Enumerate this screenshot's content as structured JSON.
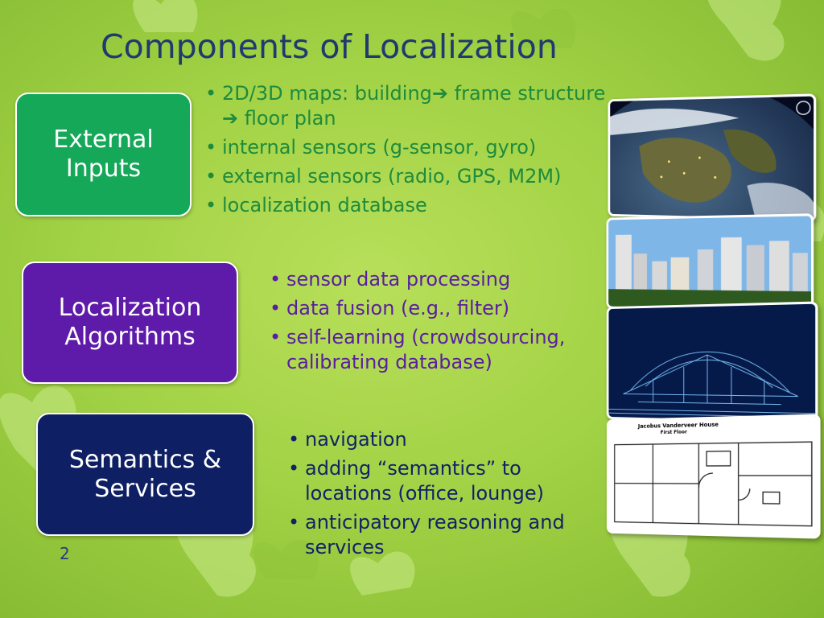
{
  "slide": {
    "title": "Components of Localization",
    "number": "2"
  },
  "sections": {
    "external": {
      "label": "External\nInputs",
      "color": "#14a858",
      "bullets": [
        "2D/3D maps: building➔ frame structure ➔ floor plan",
        "internal sensors (g-sensor, gyro)",
        "external sensors (radio, GPS, M2M)",
        "localization database"
      ]
    },
    "algorithms": {
      "label": "Localization\nAlgorithms",
      "color": "#5e1aa8",
      "bullets": [
        "sensor data processing",
        "data fusion (e.g., filter)",
        "self-learning (crowdsourcing, calibrating database)"
      ]
    },
    "semantics": {
      "label": "Semantics &\nServices",
      "color": "#0f1f63",
      "bullets": [
        "navigation",
        "adding “semantics” to locations (office, lounge)",
        "anticipatory reasoning and services"
      ]
    }
  },
  "images": {
    "earth": "earth-globe-photo",
    "city": "city-skyline-photo",
    "wireframe": "building-wireframe-render",
    "floorplan": {
      "title_line1": "Jacobus Vanderveer House",
      "title_line2": "First Floor"
    }
  }
}
